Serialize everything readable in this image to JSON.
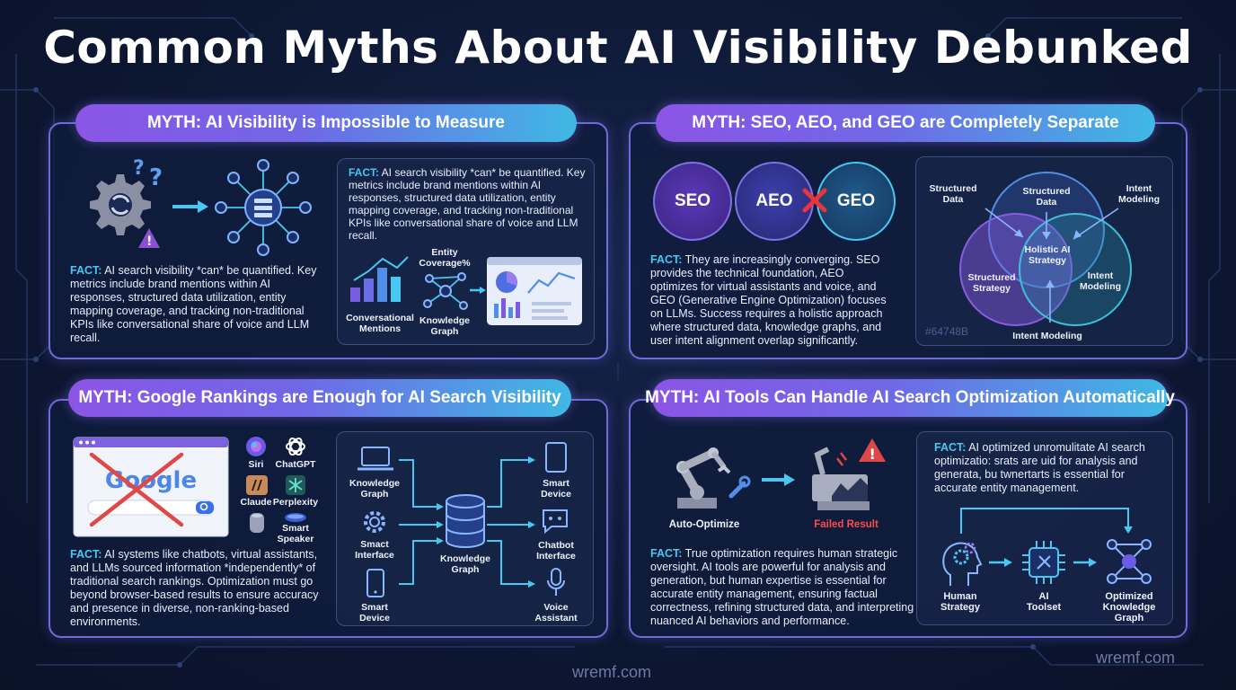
{
  "title": "Common Myths About AI Visibility Debunked",
  "colors": {
    "accent": "#48c7f2",
    "pill_start": "#8b55e6",
    "pill_end": "#3fb8e4",
    "alert": "#ff4a4a",
    "panel_border": "#6f6bd8"
  },
  "panels": {
    "measure": {
      "myth": "MYTH: AI Visibility is Impossible to Measure",
      "fact_label": "FACT:",
      "fact_text": "AI search visibility *can* be quantified. Key metrics include brand mentions within AI responses, structured data utilization, entity mapping coverage, and tracking non-traditional KPIs like conversational share of voice and LLM recall.",
      "inset_fact_label": "FACT:",
      "inset_fact_text": "AI search visibility *can* be quantified. Key metrics include brand mentions within AI responses, structured data utilization, entity mapping coverage, and tracking non-traditional KPIs like conversational share of voice and LLM recall.",
      "icon_label": "Conversational Mentions",
      "entity_label": "Entity Coverage%",
      "graph_label": "Knowledge Graph"
    },
    "separate": {
      "myth": "MYTH: SEO, AEO, and GEO are Completely Separate",
      "circles": [
        "SEO",
        "AEO",
        "GEO"
      ],
      "fact_label": "FACT:",
      "fact_text": "They are increasingly converging. SEO provides the technical foundation, AEO optimizes for virtual assistants and voice, and GEO (Generative Engine Optimization) focuses on LLMs. Success requires a holistic approach where structured data, knowledge graphs, and user intent alignment overlap significantly.",
      "venn": {
        "center": "Holistic AI Strategy",
        "structured_data_left": "Structured Data",
        "structured_data_top": "Structured Data",
        "intent_modeling_right": "Intent Modeling",
        "structured_strategy": "Structured Strategy",
        "intent_modeling_inner": "Intent Modeling",
        "intent_modeling_bottom": "Intent Modeling",
        "hex": "#64748B"
      }
    },
    "rankings": {
      "myth": "MYTH: Google Rankings are Enough for AI Search Visibility",
      "search_logo": "Google",
      "assistants": [
        "Siri",
        "ChatGPT",
        "Claude",
        "Perplexity",
        "Smart Speaker"
      ],
      "fact_label": "FACT:",
      "fact_text": "AI systems like chatbots, virtual assistants, and LLMs sourced information *independently* of traditional search rankings. Optimization must go beyond browser-based results to ensure accuracy and presence in diverse, non-ranking-based environments.",
      "flow": {
        "in_top": "Knowledge Graph",
        "in_mid": "Smact Interface",
        "in_bot": "Smart Device",
        "hub": "Knowledge Graph",
        "out_top": "Smart Device",
        "out_mid": "Chatbot Interface",
        "out_bot": "Voice Assistant"
      }
    },
    "automatic": {
      "myth": "MYTH: AI Tools Can Handle AI Search Optimization Automatically",
      "auto_label": "Auto-Optimize",
      "failed_label": "Failed Result",
      "fact_label": "FACT:",
      "fact_text": "True optimization requires human strategic oversight. AI tools are powerful for analysis and generation, but human expertise is essential for accurate entity management, ensuring factual correctness, refining structured data, and interpreting nuanced AI behaviors and performance.",
      "inset_fact_label": "FACT:",
      "inset_fact_text": "AI optimized unromulitate AI search optimizatio: srats are uid for analysis and generata, bu twnertarts is essential for accurate entity management.",
      "steps": [
        "Human Strategy",
        "AI Toolset",
        "Optimized Knowledge Graph"
      ]
    }
  },
  "watermarks": [
    "wremf.com",
    "wremf.com"
  ]
}
